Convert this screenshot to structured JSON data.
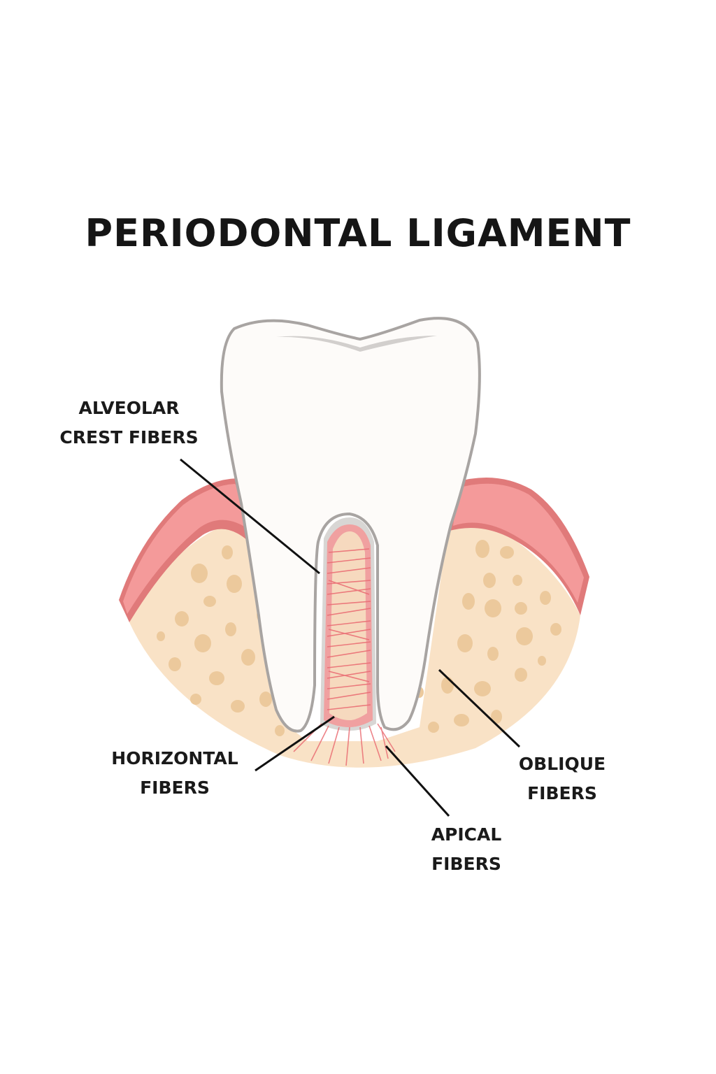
{
  "title": "PERIODONTAL LIGAMENT",
  "labels": {
    "alveolar_crest": {
      "line1": "ALVEOLAR",
      "line2": "CREST FIBERS"
    },
    "horizontal": {
      "line1": "HORIZONTAL",
      "line2": "FIBERS"
    },
    "oblique": {
      "line1": "OBLIQUE",
      "line2": "FIBERS"
    },
    "apical": {
      "line1": "APICAL",
      "line2": "FIBERS"
    }
  },
  "colors": {
    "gum": "#f49a9a",
    "gum_edge": "#e07a7a",
    "bone": "#f9e2c6",
    "bone_spots": "#ecc99c",
    "tooth": "#fdfbf9",
    "tooth_outline": "#a8a4a2",
    "ligament_fiber": "#ea6e74",
    "text": "#151515"
  }
}
